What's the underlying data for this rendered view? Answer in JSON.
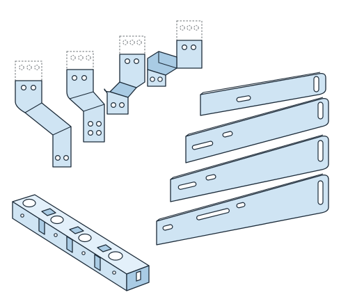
{
  "colors": {
    "fill": "#cfe4f3",
    "face": "#e3f0fa",
    "shade": "#a9cbe4",
    "stroke": "#1b2a38"
  },
  "parts": {
    "offset_connectors": [
      {
        "name": "offset-connector-1"
      },
      {
        "name": "offset-connector-2"
      },
      {
        "name": "offset-connector-3"
      },
      {
        "name": "offset-connector-4"
      }
    ],
    "flat_bars": [
      {
        "name": "flat-bar-1"
      },
      {
        "name": "flat-bar-2"
      },
      {
        "name": "flat-bar-3"
      },
      {
        "name": "flat-bar-4"
      }
    ],
    "support_block": {
      "name": "busbar-support-block"
    }
  }
}
